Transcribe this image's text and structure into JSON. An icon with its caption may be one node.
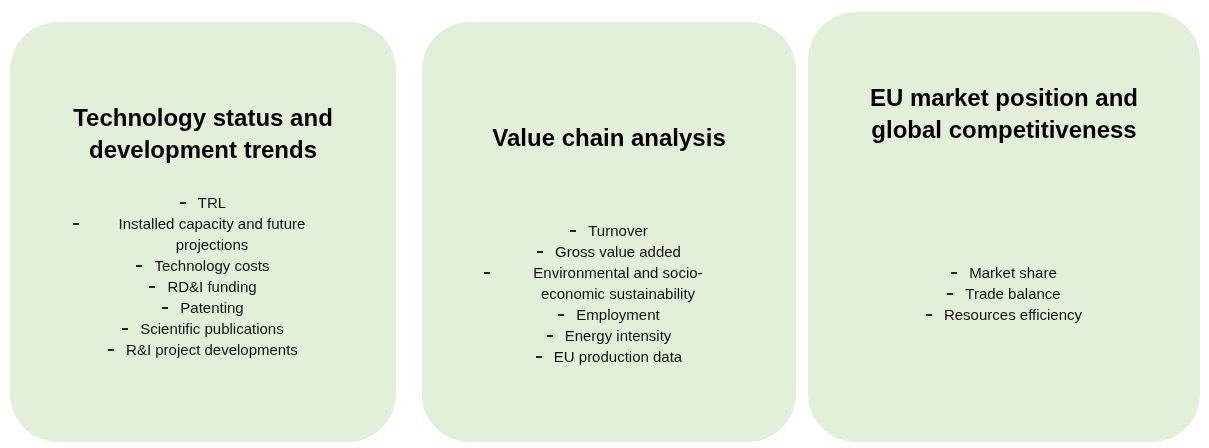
{
  "diagram": {
    "nodes": [
      {
        "text": [
          "Technology status and development trends",
          "TRL",
          "Installed capacity and future projections",
          "Technology costs",
          "RD&I funding",
          "Patenting",
          "Scientific publications",
          "R&I project developments"
        ]
      },
      {
        "text": [
          "Value chain analysis",
          "Turnover",
          "Gross value added",
          "Environmental and socio-economic sustainability",
          "Employment",
          "Energy intensity",
          "EU production data"
        ]
      },
      {
        "text": [
          "EU market position and global competitiveness",
          "Market share",
          "Trade balance",
          "Resources efficiency"
        ]
      }
    ]
  }
}
